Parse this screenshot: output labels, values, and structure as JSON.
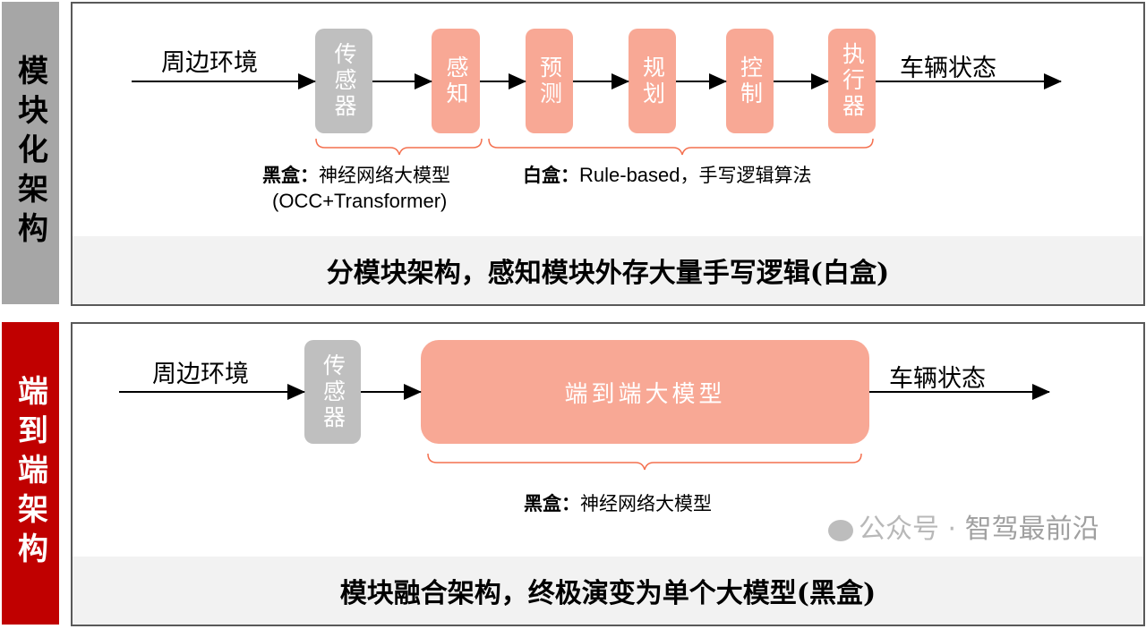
{
  "modular": {
    "side_label": "模块化架构",
    "input_label": "周边环境",
    "output_label": "车辆状态",
    "modules": [
      "传感器",
      "感知",
      "预测",
      "规划",
      "控制",
      "执行器"
    ],
    "black_box_label": "黑盒：",
    "black_box_desc": "神经网络大模型",
    "black_box_sub": "(OCC+Transformer)",
    "white_box_label": "白盒：",
    "white_box_desc_en": "Rule-based",
    "white_box_desc": "，手写逻辑算法",
    "summary": "分模块架构，感知模块外存大量手写逻辑(白盒)"
  },
  "e2e": {
    "side_label": "端到端架构",
    "input_label": "周边环境",
    "output_label": "车辆状态",
    "sensor": "传感器",
    "model": "端到端大模型",
    "black_box_label": "黑盒：",
    "black_box_desc": "神经网络大模型",
    "summary": "模块融合架构，终极演变为单个大模型(黑盒)"
  },
  "watermark": {
    "prefix": "公众号 · ",
    "name": "智驾最前沿"
  },
  "colors": {
    "gray_side": "#a6a6a6",
    "red_side": "#c00000",
    "module": "#f8a895",
    "sensor": "#bfbfbf",
    "brace": "#f4704f",
    "band": "#f2f2f2"
  }
}
